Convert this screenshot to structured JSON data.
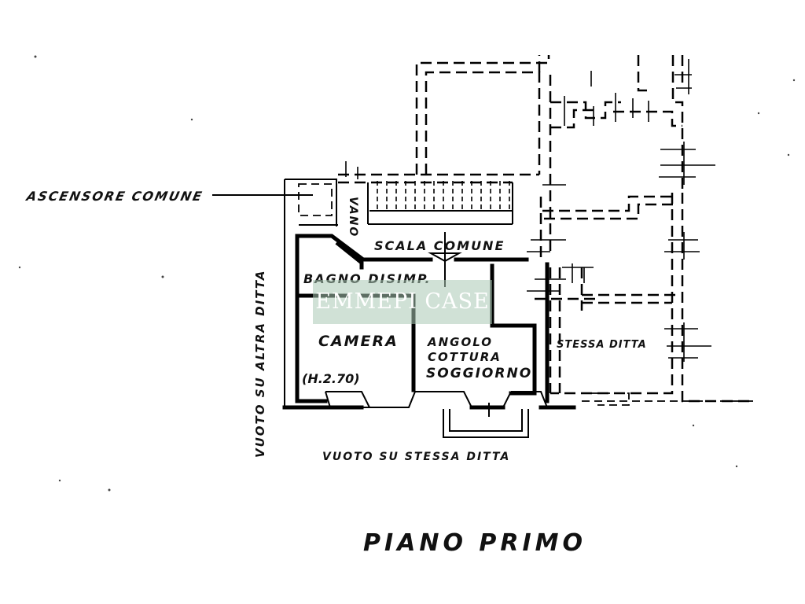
{
  "labels": {
    "ascensore": "ASCENSORE COMUNE",
    "vano": "VANO",
    "scala": "SCALA COMUNE",
    "bagno": "BAGNO DISIMP.",
    "camera": "CAMERA",
    "altezza": "(H.2.70)",
    "angolo": "ANGOLO",
    "cottura": "COTTURA",
    "soggiorno": "SOGGIORNO",
    "stessa_ditta": "STESSA DITTA",
    "vuoto_altra": "VUOTO SU ALTRA DITTA",
    "vuoto_stessa": "VUOTO SU STESSA DITTA",
    "piano": "PIANO PRIMO"
  },
  "watermark": {
    "text": "EMMEPI CASE",
    "color": "#a9c7b3"
  }
}
